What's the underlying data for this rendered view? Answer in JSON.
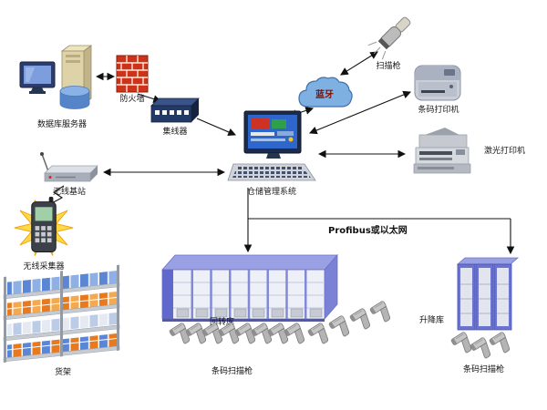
{
  "nodes": {
    "db_server": "数据库服务器",
    "firewall": "防火墙",
    "hub": "集线器",
    "bluetooth": "蓝牙",
    "scan_gun": "扫描枪",
    "barcode_printer": "条码打印机",
    "laser_printer": "激光打印机",
    "wms": "仓储管理系统",
    "wireless_station": "无线基站",
    "wireless_collector": "无线采集器",
    "shelf": "货架",
    "carousel": "回转库",
    "lift": "升降库",
    "scanners_center": "条码扫描枪",
    "scanners_right": "条码扫描枪"
  },
  "bus": {
    "label": "Profibus或以太网"
  },
  "colors": {
    "accent_blue": "#6a73cf",
    "firewall_red": "#cc3318",
    "glow_yellow": "#ffd83d",
    "cloud_blue": "#7fb0e2",
    "line": "#111111"
  }
}
